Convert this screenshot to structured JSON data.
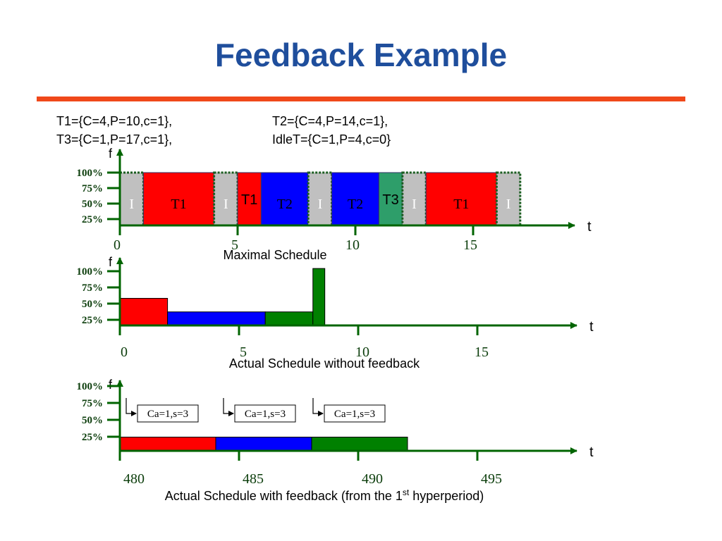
{
  "title": "Feedback Example",
  "colors": {
    "accent_rule": "#f0481a",
    "title": "#1f4e9c",
    "T1": "#ff0000",
    "T2": "#0000ff",
    "T3": "#008000",
    "T3_max": "#2e9e6a",
    "idle": "#c0c0c0",
    "axis_numbers": "#0b3d0b"
  },
  "task_defs": {
    "t1": "T1={C=4,P=10,c=1},",
    "t2": "T2={C=4,P=14,c=1},",
    "t3": "T3={C=1,P=17,c=1},",
    "idle": "IdleT={C=1,P=4,c=0}"
  },
  "panels": {
    "maximal": {
      "caption": "Maximal Schedule",
      "y_axis_label": "f",
      "x_axis_label": "t",
      "y_ticks": [
        "100%",
        "75%",
        "50%",
        "25%"
      ],
      "x_ticks": [
        "0",
        "5",
        "10",
        "15"
      ],
      "blocks": [
        {
          "label": "I",
          "task": "idle",
          "start": 0,
          "end": 1,
          "level": 1
        },
        {
          "label": "T1",
          "task": "T1",
          "start": 1,
          "end": 4,
          "level": 1
        },
        {
          "label": "I",
          "task": "idle",
          "start": 4,
          "end": 5,
          "level": 1
        },
        {
          "label": "T1",
          "task": "T1",
          "start": 5,
          "end": 6,
          "level": 1
        },
        {
          "label": "T2",
          "task": "T2",
          "start": 6,
          "end": 8,
          "level": 1
        },
        {
          "label": "I",
          "task": "idle",
          "start": 8,
          "end": 9,
          "level": 1
        },
        {
          "label": "T2",
          "task": "T2",
          "start": 9,
          "end": 11,
          "level": 1
        },
        {
          "label": "T3",
          "task": "T3_max",
          "start": 11,
          "end": 12,
          "level": 1
        },
        {
          "label": "I",
          "task": "idle",
          "start": 12,
          "end": 13,
          "level": 1
        },
        {
          "label": "T1",
          "task": "T1",
          "start": 13,
          "end": 16,
          "level": 1
        },
        {
          "label": "I",
          "task": "idle",
          "start": 16,
          "end": 17,
          "level": 1
        }
      ]
    },
    "without_feedback": {
      "caption": "Actual Schedule without feedback",
      "y_axis_label": "f",
      "x_axis_label": "t",
      "y_ticks": [
        "100%",
        "75%",
        "50%",
        "25%"
      ],
      "x_ticks": [
        "0",
        "5",
        "10",
        "15"
      ],
      "blocks": [
        {
          "task": "T1",
          "start": 0,
          "end": 2,
          "level": 0.5
        },
        {
          "task": "T2",
          "start": 2,
          "end": 6.1,
          "level": 0.25
        },
        {
          "task": "T3",
          "start": 6.1,
          "end": 8.1,
          "level": 0.25
        },
        {
          "task": "T3",
          "start": 8.1,
          "end": 8.6,
          "level": 1.05
        }
      ]
    },
    "with_feedback": {
      "caption_main": "Actual Schedule with feedback (from the 1",
      "caption_sup": "st",
      "caption_end": " hyperperiod)",
      "y_axis_label": "f",
      "x_axis_label": "t",
      "y_ticks": [
        "100%",
        "75%",
        "50%",
        "25%"
      ],
      "x_ticks": [
        "480",
        "485",
        "490",
        "495"
      ],
      "blocks": [
        {
          "task": "T1",
          "start": 480,
          "end": 484,
          "level": 0.25
        },
        {
          "task": "T2",
          "start": 484,
          "end": 488,
          "level": 0.25
        },
        {
          "task": "T3",
          "start": 488,
          "end": 492,
          "level": 0.25
        }
      ],
      "annotations": [
        "Ca=1,s=3",
        "Ca=1,s=3",
        "Ca=1,s=3"
      ]
    }
  }
}
